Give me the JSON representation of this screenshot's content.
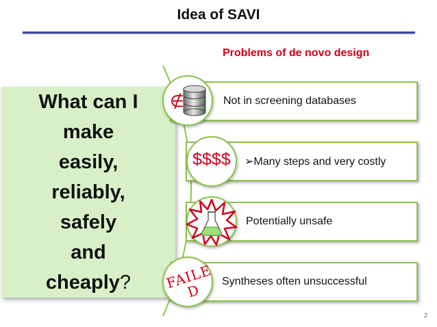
{
  "slide": {
    "title": "Idea of SAVI",
    "subtitle": "Problems of de novo design",
    "page_number": "2"
  },
  "question": {
    "lines": [
      "What can I",
      "make",
      "easily,",
      "reliably,",
      "safely",
      "and"
    ],
    "last_bold": "cheaply",
    "last_plain": "?"
  },
  "items": [
    {
      "text": "Not in screening databases",
      "icon": "database-not-in-icon",
      "symbol": "∉"
    },
    {
      "text": "➢Many steps and very costly",
      "icon": "dollar-signs-icon",
      "symbol": "$$$$"
    },
    {
      "text": "Potentially unsafe",
      "icon": "explosion-flask-icon"
    },
    {
      "text": "Syntheses often unsuccessful",
      "icon": "failed-stamp-icon",
      "stamp_line1": "FAILE",
      "stamp_line2": "D"
    }
  ],
  "colors": {
    "accent_red": "#d0001c",
    "box_green_border": "#8bc34a",
    "question_bg": "#d8f0c7",
    "title_rule": "#2b3690"
  }
}
